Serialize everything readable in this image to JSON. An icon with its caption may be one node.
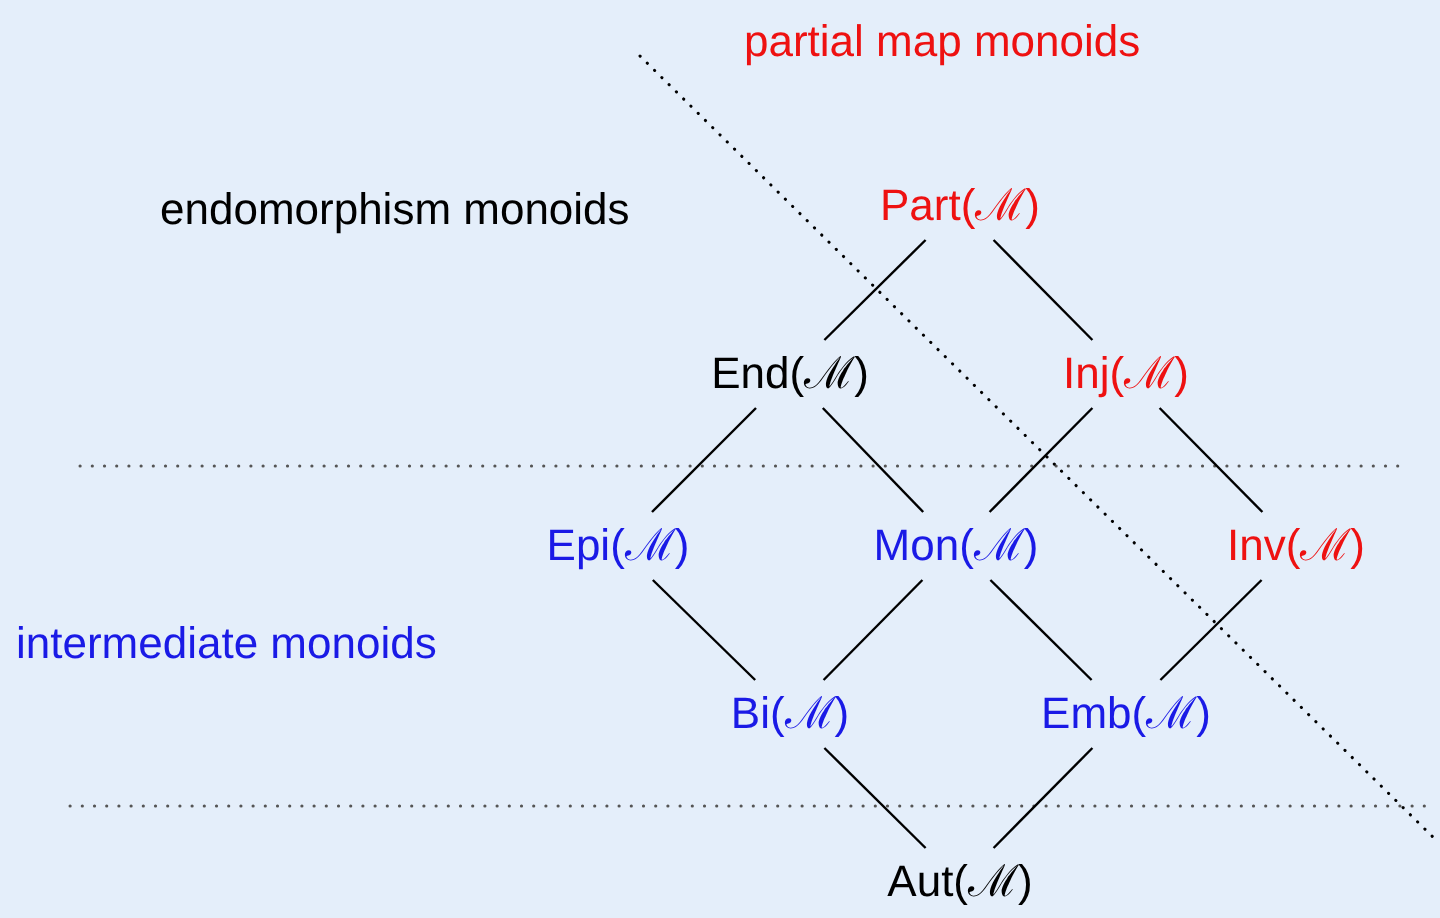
{
  "diagram": {
    "nodes": [
      {
        "text": [
          "Part(ℳ)"
        ]
      },
      {
        "text": [
          "End(ℳ)"
        ]
      },
      {
        "text": [
          "Inj(ℳ)"
        ]
      },
      {
        "text": [
          "Epi(ℳ)"
        ]
      },
      {
        "text": [
          "Mon(ℳ)"
        ]
      },
      {
        "text": [
          "Inv(ℳ)"
        ]
      },
      {
        "text": [
          "Bi(ℳ)"
        ]
      },
      {
        "text": [
          "Emb(ℳ)"
        ]
      },
      {
        "text": [
          "Aut(ℳ)"
        ]
      }
    ],
    "edges": [
      {
        "from": 0,
        "to": 1,
        "arrow": "none"
      },
      {
        "from": 0,
        "to": 2,
        "arrow": "none"
      },
      {
        "from": 1,
        "to": 3,
        "arrow": "none"
      },
      {
        "from": 1,
        "to": 4,
        "arrow": "none"
      },
      {
        "from": 2,
        "to": 4,
        "arrow": "none"
      },
      {
        "from": 2,
        "to": 5,
        "arrow": "none"
      },
      {
        "from": 3,
        "to": 6,
        "arrow": "none"
      },
      {
        "from": 4,
        "to": 6,
        "arrow": "none"
      },
      {
        "from": 4,
        "to": 7,
        "arrow": "none"
      },
      {
        "from": 5,
        "to": 7,
        "arrow": "none"
      },
      {
        "from": 6,
        "to": 8,
        "arrow": "none"
      },
      {
        "from": 7,
        "to": 8,
        "arrow": "none"
      }
    ],
    "labels": [
      "partial map monoids",
      "endomorphism monoids",
      "intermediate monoids"
    ]
  }
}
